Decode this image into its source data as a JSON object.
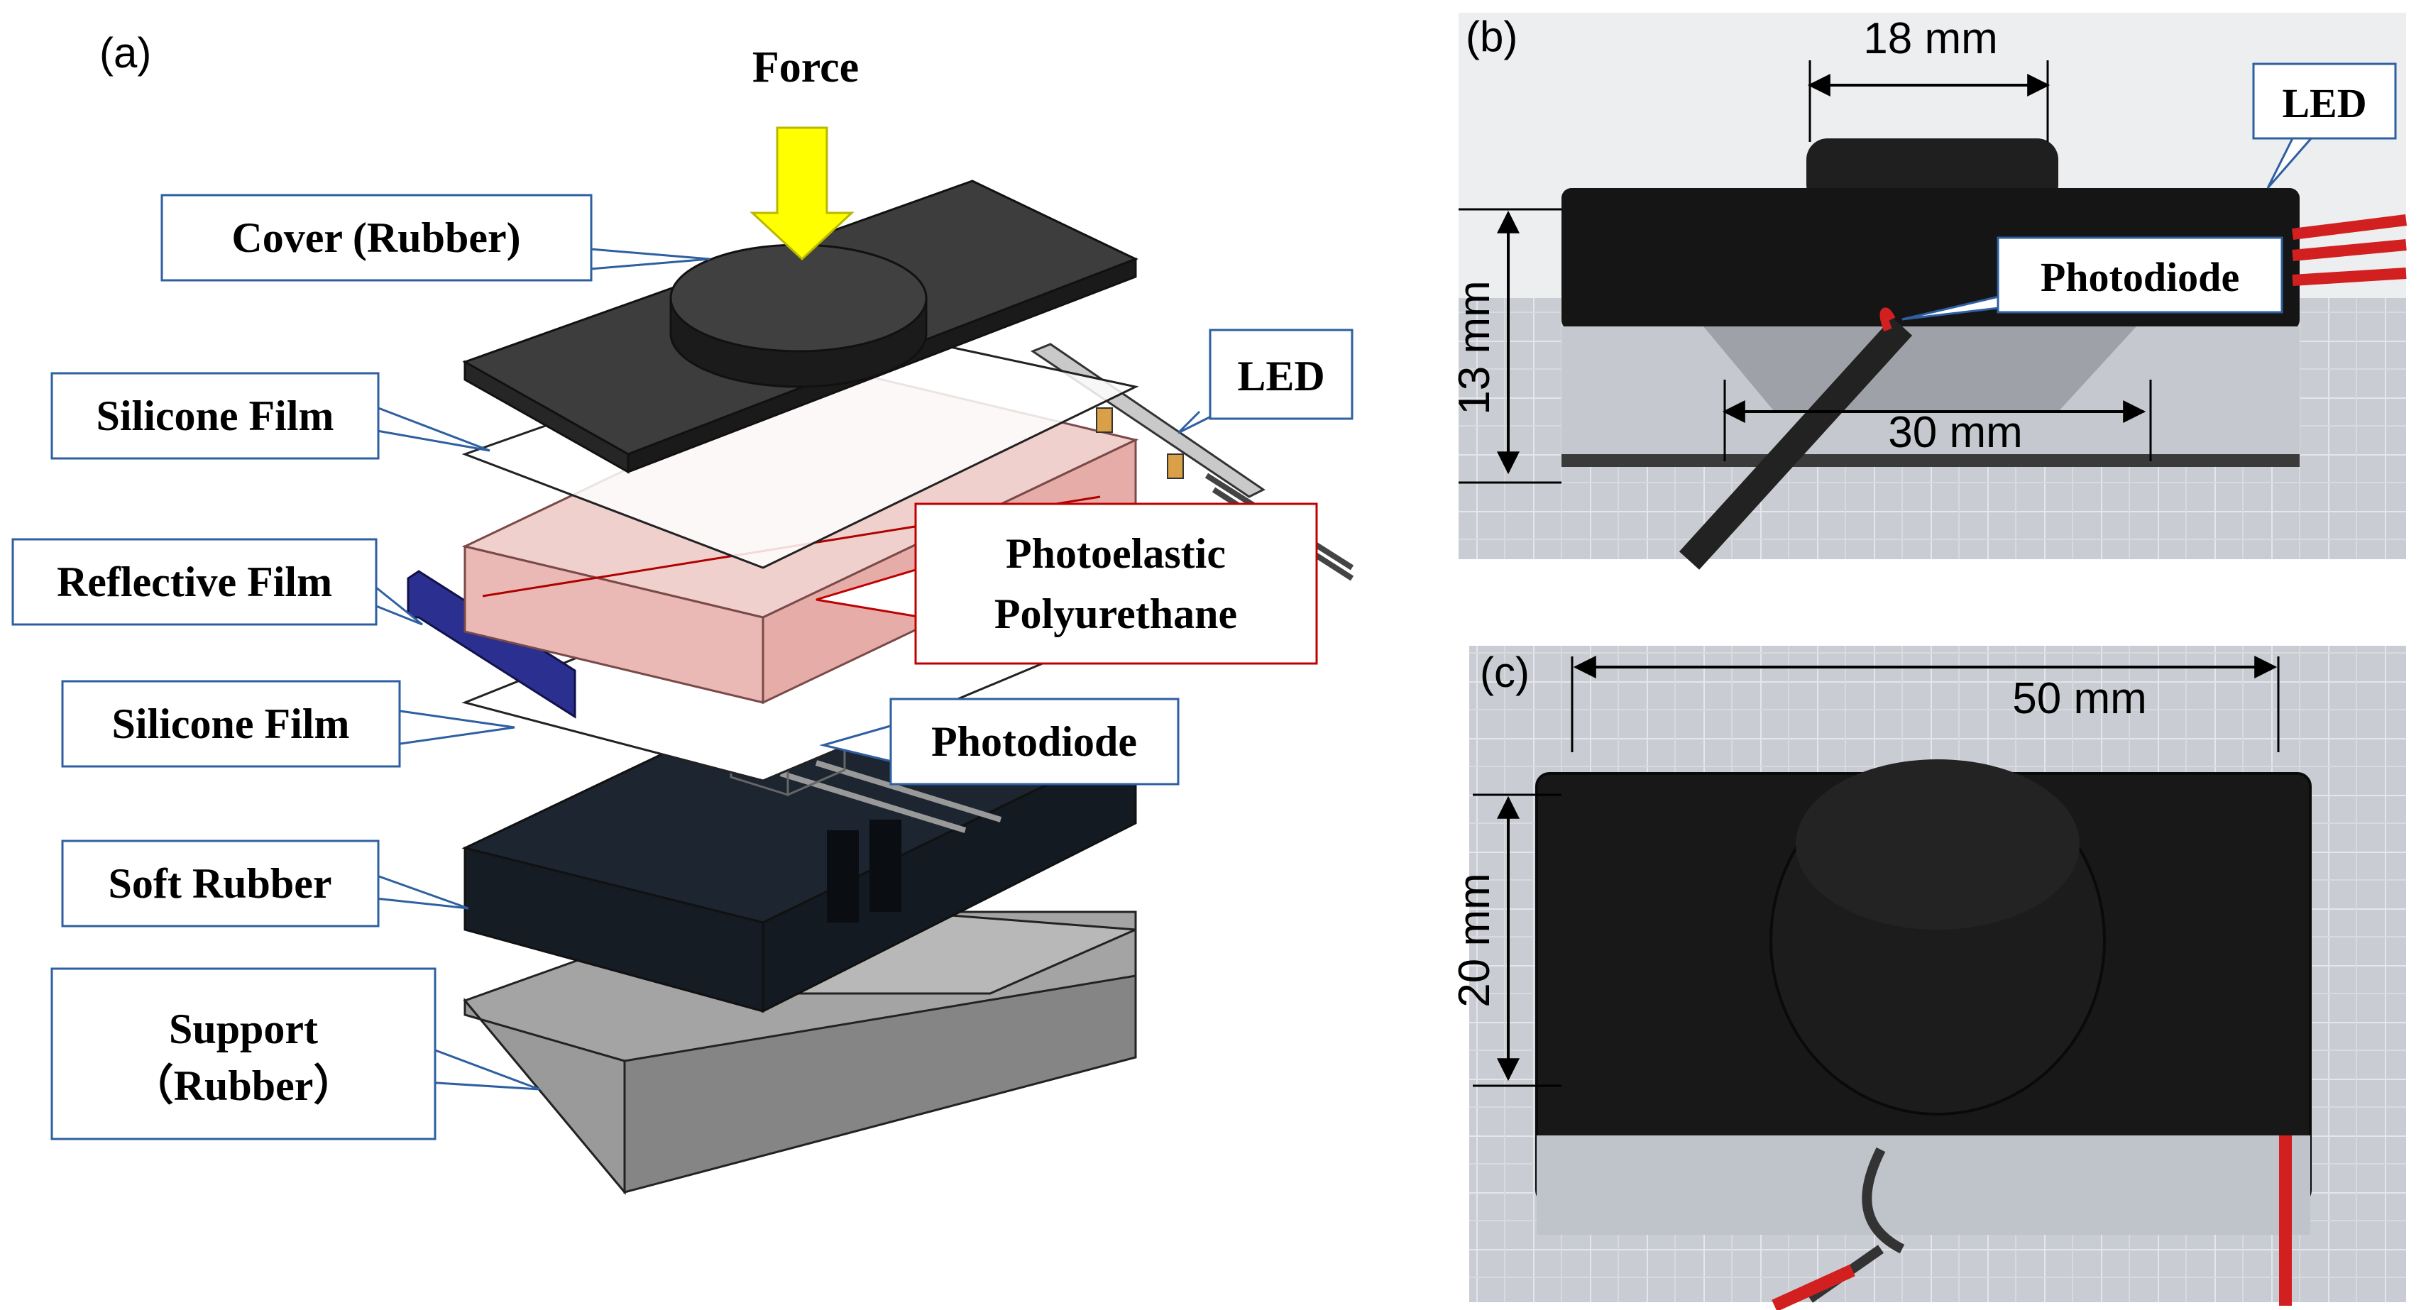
{
  "panels": {
    "a": {
      "label": "(a)"
    },
    "b": {
      "label": "(b)"
    },
    "c": {
      "label": "(c)"
    }
  },
  "diagram": {
    "force": "Force",
    "callouts": {
      "cover": "Cover (Rubber)",
      "silicone_top": "Silicone Film",
      "led": "LED",
      "reflective": "Reflective Film",
      "photoelastic_line1": "Photoelastic",
      "photoelastic_line2": "Polyurethane",
      "silicone_bottom": "Silicone Film",
      "photodiode": "Photodiode",
      "soft_rubber": "Soft Rubber",
      "support_line1": "Support",
      "support_line2": "（Rubber）"
    }
  },
  "photo_b": {
    "dims": {
      "top": "18 mm",
      "height": "13 mm",
      "bottom": "30 mm"
    },
    "callouts": {
      "led": "LED",
      "photodiode": "Photodiode"
    }
  },
  "photo_c": {
    "dims": {
      "width": "50 mm",
      "depth": "20 mm"
    }
  },
  "colors": {
    "force_arrow": "#ffff00",
    "photoelastic": "#f2c9c6",
    "reflective": "#2b2f8f",
    "callout_border": "#2e5fa0",
    "callout_red_border": "#c00000",
    "rubber_dark": "#2a2a2a",
    "support_gray": "#8e8e8e"
  }
}
